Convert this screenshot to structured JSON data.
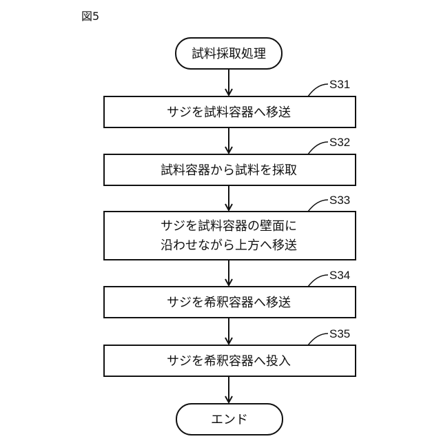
{
  "figure_label": "図5",
  "start_label": "試料採取処理",
  "end_label": "エンド",
  "steps": [
    {
      "id": "S31",
      "lines": [
        "サジを試料容器へ移送"
      ]
    },
    {
      "id": "S32",
      "lines": [
        "試料容器から試料を採取"
      ]
    },
    {
      "id": "S33",
      "lines": [
        "サジを試料容器の壁面に",
        "沿わせながら上方へ移送"
      ]
    },
    {
      "id": "S34",
      "lines": [
        "サジを希釈容器へ移送"
      ]
    },
    {
      "id": "S35",
      "lines": [
        "サジを希釈容器へ投入"
      ]
    }
  ]
}
